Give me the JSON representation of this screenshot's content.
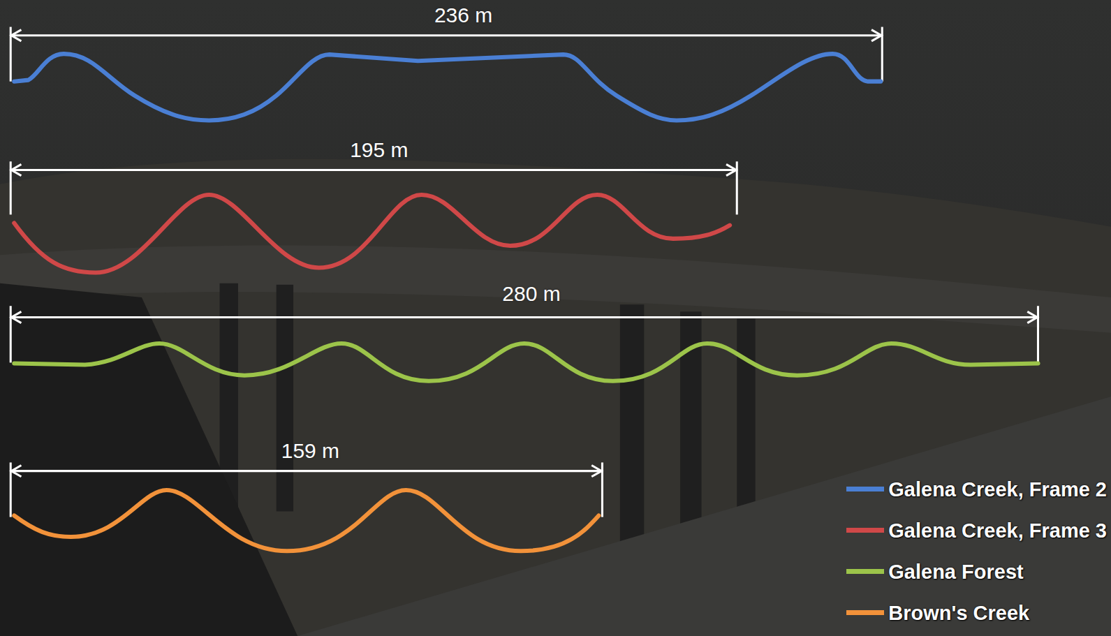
{
  "diagram": {
    "labels": [
      "236 m",
      "195 m",
      "280 m",
      "159 m"
    ],
    "legend": [
      {
        "text": "Galena Creek, Frame 2",
        "color": "#4a7fd4"
      },
      {
        "text": "Galena Creek, Frame 3",
        "color": "#d04848"
      },
      {
        "text": "Galena Forest",
        "color": "#9cc44a"
      },
      {
        "text": "Brown's Creek",
        "color": "#f2923a"
      }
    ]
  }
}
